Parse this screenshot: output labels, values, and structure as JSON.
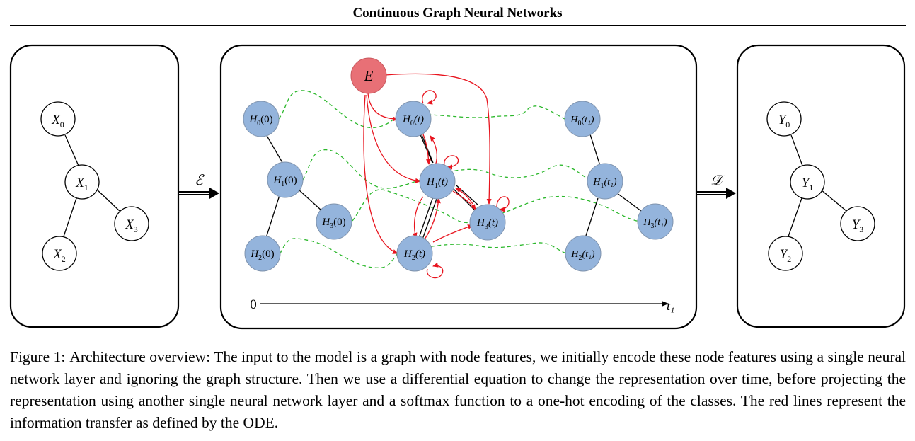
{
  "header": {
    "title": "Continuous Graph Neural Networks"
  },
  "figure": {
    "input_graph": {
      "nodes": [
        {
          "base": "X",
          "sub": "0"
        },
        {
          "base": "X",
          "sub": "1"
        },
        {
          "base": "X",
          "sub": "2"
        },
        {
          "base": "X",
          "sub": "3"
        }
      ]
    },
    "encoder_label": "ℰ",
    "decoder_label": "𝒟",
    "ode_panel": {
      "E_label": "E",
      "start_nodes": [
        {
          "base": "H",
          "sub": "0",
          "arg": "(0)"
        },
        {
          "base": "H",
          "sub": "1",
          "arg": "(0)"
        },
        {
          "base": "H",
          "sub": "2",
          "arg": "(0)"
        },
        {
          "base": "H",
          "sub": "3",
          "arg": "(0)"
        }
      ],
      "mid_nodes": [
        {
          "base": "H",
          "sub": "0",
          "arg": "(t)"
        },
        {
          "base": "H",
          "sub": "1",
          "arg": "(t)"
        },
        {
          "base": "H",
          "sub": "2",
          "arg": "(t)"
        },
        {
          "base": "H",
          "sub": "3",
          "arg": "(t)"
        }
      ],
      "end_nodes": [
        {
          "base": "H",
          "sub": "0",
          "arg": "(t₁)"
        },
        {
          "base": "H",
          "sub": "1",
          "arg": "(t₁)"
        },
        {
          "base": "H",
          "sub": "2",
          "arg": "(t₁)"
        },
        {
          "base": "H",
          "sub": "3",
          "arg": "(t₁)"
        }
      ],
      "axis_start": "0",
      "axis_end": "t₁"
    },
    "output_graph": {
      "nodes": [
        {
          "base": "Y",
          "sub": "0"
        },
        {
          "base": "Y",
          "sub": "1"
        },
        {
          "base": "Y",
          "sub": "2"
        },
        {
          "base": "Y",
          "sub": "3"
        }
      ]
    },
    "colors": {
      "h_node_fill": "#94b4dc",
      "h_node_stroke": "#7f93ad",
      "e_node_fill": "#e87076",
      "red_arrow": "#e8141e",
      "green_dash": "#2cb82c"
    }
  },
  "caption": {
    "label": "Figure 1:",
    "text": "Architecture overview: The input to the model is a graph with node features, we initially encode these node features using a single neural network layer and ignoring the graph structure. Then we use a differential equation to change the representation over time, before projecting the representation using another single neural network layer and a softmax function to a one-hot encoding of the classes. The red lines represent the information transfer as defined by the ODE."
  }
}
